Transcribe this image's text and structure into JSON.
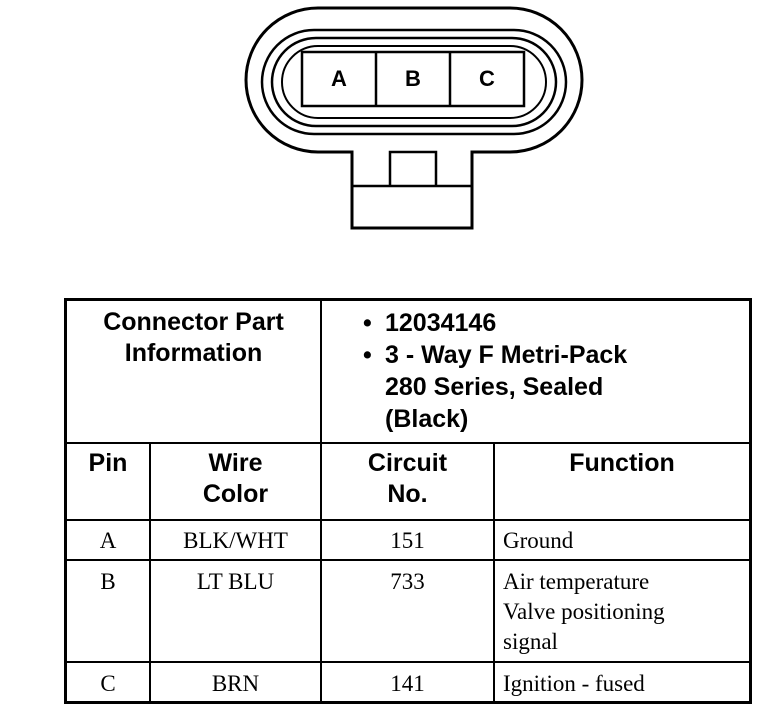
{
  "connector": {
    "pins": [
      "A",
      "B",
      "C"
    ]
  },
  "part_info": {
    "header_line1": "Connector Part",
    "header_line2": "Information",
    "part_number": "12034146",
    "desc_line1": "3 - Way F Metri-Pack",
    "desc_line2": "280 Series, Sealed",
    "desc_line3": "(Black)"
  },
  "columns": {
    "pin": "Pin",
    "wire_line1": "Wire",
    "wire_line2": "Color",
    "circuit_line1": "Circuit",
    "circuit_line2": "No.",
    "function": "Function"
  },
  "rows": [
    {
      "pin": "A",
      "wire": "BLK/WHT",
      "circuit": "151",
      "function_lines": [
        "Ground"
      ]
    },
    {
      "pin": "B",
      "wire": "LT BLU",
      "circuit": "733",
      "function_lines": [
        "Air temperature",
        "Valve positioning",
        "signal"
      ]
    },
    {
      "pin": "C",
      "wire": "BRN",
      "circuit": "141",
      "function_lines": [
        "Ignition - fused"
      ]
    }
  ]
}
